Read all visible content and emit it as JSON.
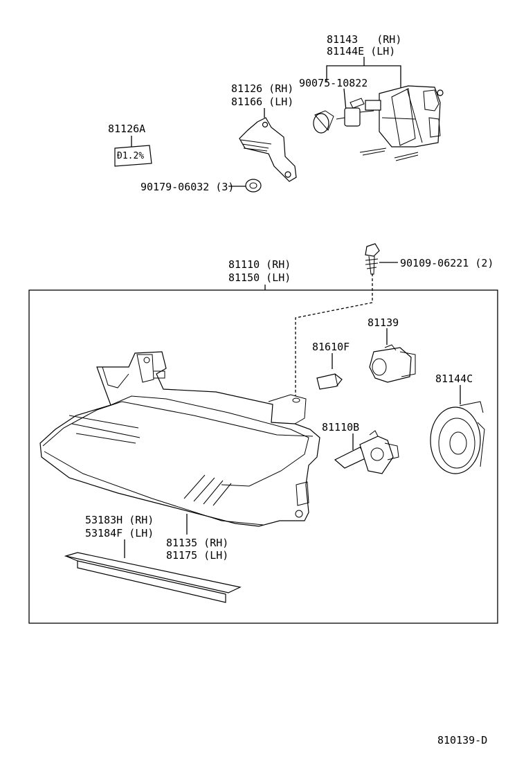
{
  "diagram_id": "810139-D",
  "labels": {
    "p81143": "81143   (RH)",
    "p81144e": "81144E (LH)",
    "p90075": "90075-10822",
    "p81126": "81126 (RH)",
    "p81166": "81166 (LH)",
    "p81126a": "81126A",
    "badge": "Ð1.2%",
    "p90179": "90179-06032 (3)",
    "p81110": "81110 (RH)",
    "p81150": "81150 (LH)",
    "p90109": "90109-06221 (2)",
    "p81139": "81139",
    "p81610f": "81610F",
    "p81144c": "81144C",
    "p81110b": "81110B",
    "p53183h": "53183H (RH)",
    "p53184f": "53184F (LH)",
    "p81135": "81135 (RH)",
    "p81175": "81175 (LH)"
  }
}
